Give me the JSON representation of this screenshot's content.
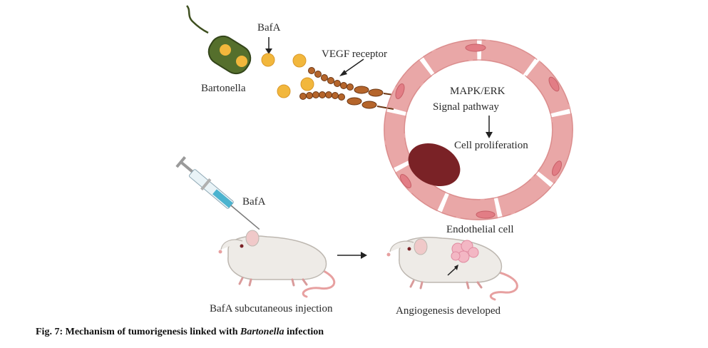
{
  "labels": {
    "bafa_top": "BafA",
    "bartonella": "Bartonella",
    "vegf_receptor": "VEGF receptor",
    "mapk_erk": "MAPK/ERK",
    "signal_pathway": "Signal pathway",
    "cell_proliferation": "Cell proliferation",
    "endothelial_cell": "Endothelial cell",
    "bafa_syringe": "BafA",
    "injection": "BafA subcutaneous injection",
    "angiogenesis": "Angiogenesis developed"
  },
  "caption": {
    "prefix": "Fig. 7: Mechanism of tumorigenesis linked with ",
    "italic": "Bartonella",
    "suffix": " infection"
  },
  "colors": {
    "bacterium": "#4f6b2a",
    "bafa_particle": "#f2b73c",
    "receptor": "#b5652b",
    "endothelial": "#f2b9b9",
    "nucleus": "#7a2226",
    "mouse": "#ece9e5",
    "tumor": "#f3b7c4"
  }
}
